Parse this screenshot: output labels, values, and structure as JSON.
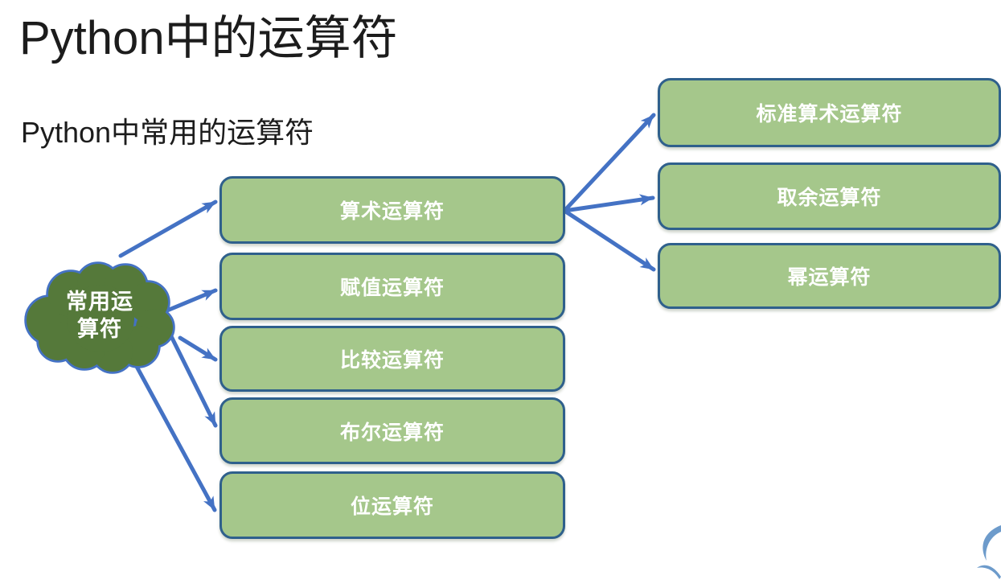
{
  "slide": {
    "title": "Python中的运算符",
    "subtitle": "Python中常用的运算符"
  },
  "diagram": {
    "root": {
      "label": "常用运算符",
      "line1": "常用运",
      "line2": "算符"
    },
    "level1": [
      {
        "label": "算术运算符"
      },
      {
        "label": "赋值运算符"
      },
      {
        "label": "比较运算符"
      },
      {
        "label": "布尔运算符"
      },
      {
        "label": "位运算符"
      }
    ],
    "level2": [
      {
        "label": "标准算术运算符"
      },
      {
        "label": "取余运算符"
      },
      {
        "label": "幂运算符"
      }
    ],
    "icons": {
      "cloud": "cloud-shape",
      "logo": "swoosh-logo-fragment"
    },
    "colors": {
      "box_fill": "#a5c78b",
      "box_border": "#2f608c",
      "cloud_fill": "#55793a",
      "arrow": "#4472c4",
      "logo": "#6d9bcb",
      "node_text": "#ffffff",
      "heading_text": "#1c1c1c"
    }
  }
}
